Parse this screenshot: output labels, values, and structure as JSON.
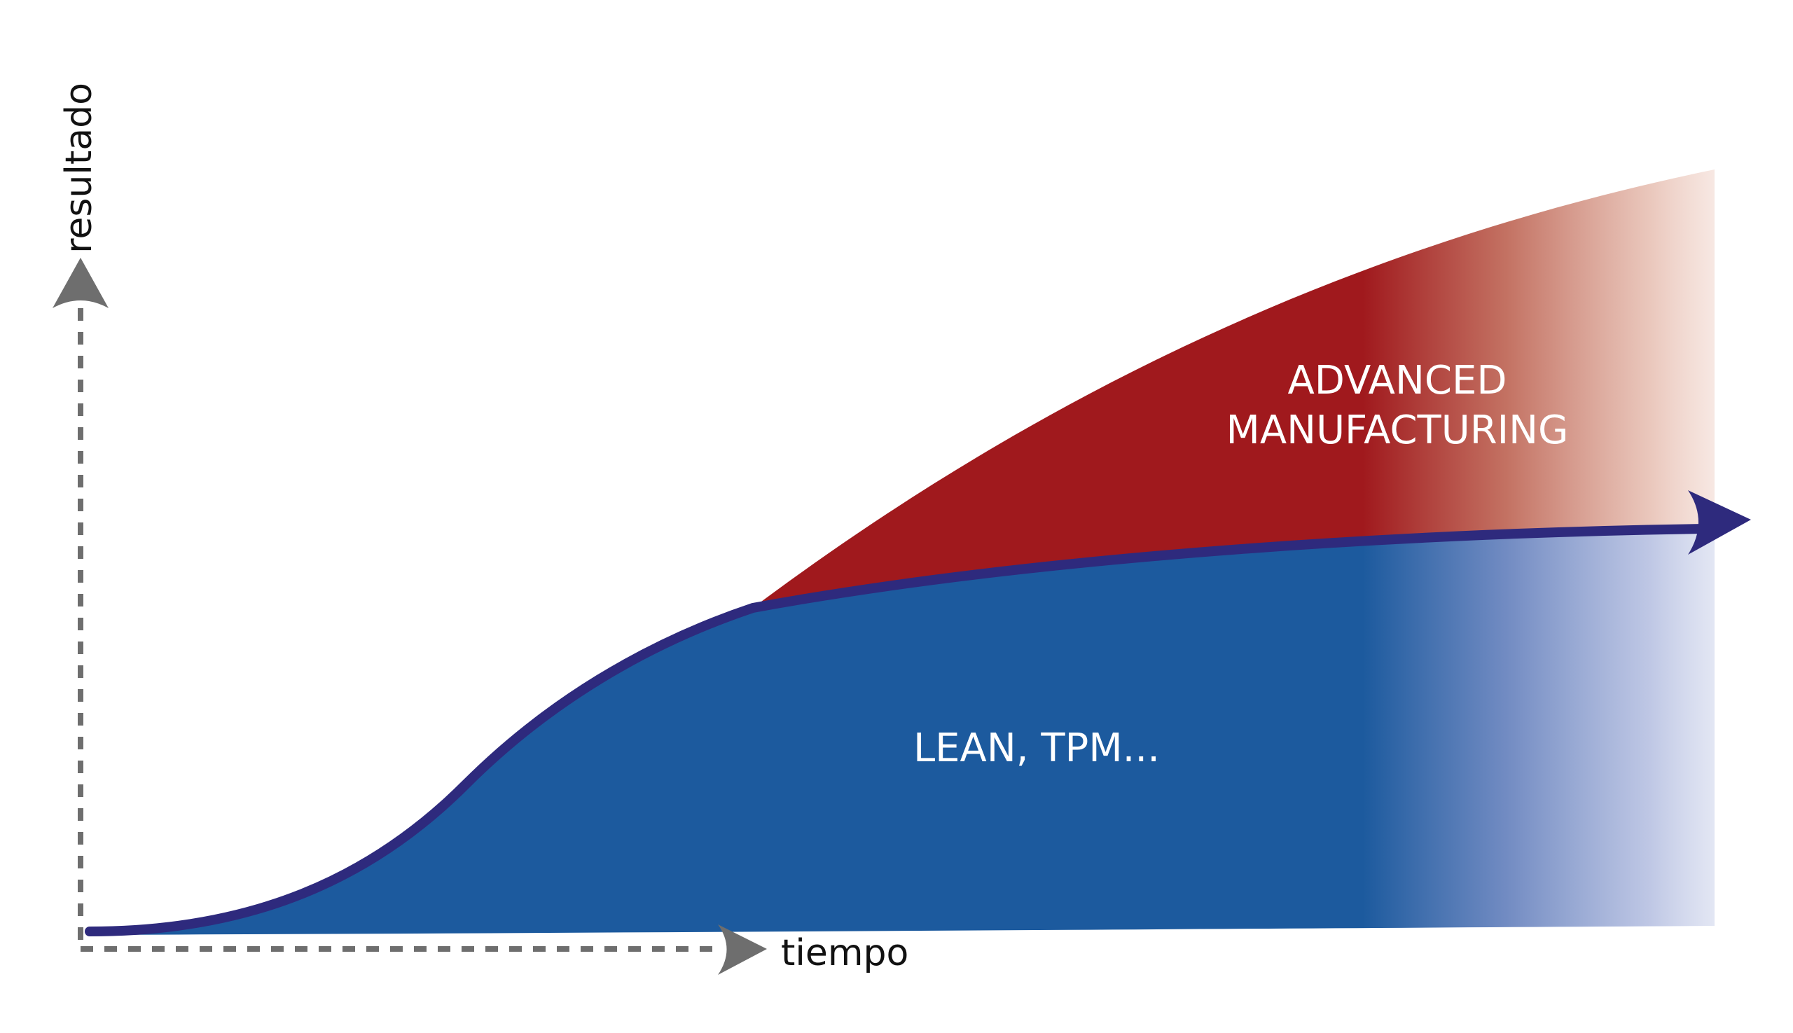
{
  "diagram": {
    "y_axis_label": "resultado",
    "x_axis_label": "tiempo",
    "upper_area_label_line1": "ADVANCED",
    "upper_area_label_line2": "MANUFACTURING",
    "lower_area_label": "LEAN, TPM...",
    "colors": {
      "axis": "#6e6e6e",
      "axis_text": "#111111",
      "upper_area": "#a0191d",
      "lower_area": "#1c5a9e",
      "curve": "#2e2a7d",
      "label_text": "#ffffff",
      "background": "#ffffff"
    }
  }
}
